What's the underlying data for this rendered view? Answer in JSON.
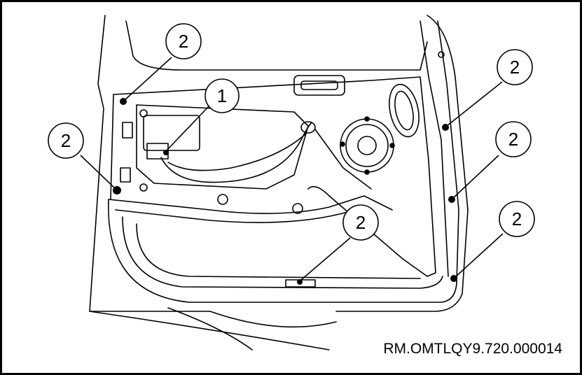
{
  "figure": {
    "reference_code": "RM.OMTLQY9.720.000014",
    "callouts": [
      {
        "id": "c1",
        "label": "1"
      },
      {
        "id": "c2a",
        "label": "2"
      },
      {
        "id": "c2b",
        "label": "2"
      },
      {
        "id": "c2c",
        "label": "2"
      },
      {
        "id": "c2d",
        "label": "2"
      },
      {
        "id": "c2e",
        "label": "2"
      },
      {
        "id": "c2f",
        "label": "2"
      }
    ]
  }
}
